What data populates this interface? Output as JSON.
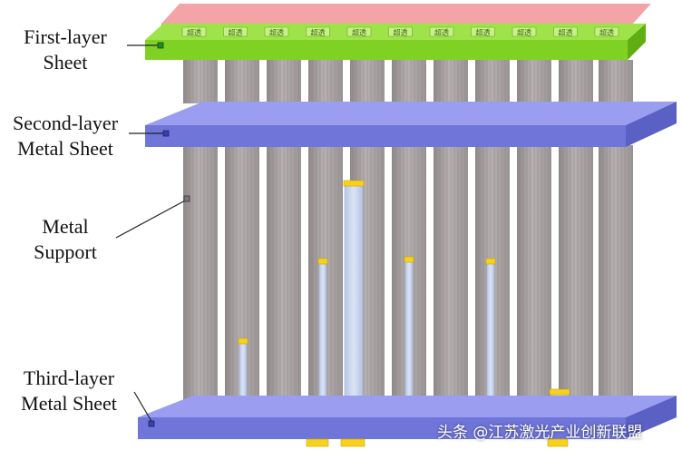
{
  "labels": {
    "first_layer": [
      "First-layer",
      "Sheet"
    ],
    "second_layer": [
      "Second-layer",
      "Metal Sheet"
    ],
    "metal_support": [
      "Metal",
      "Support"
    ],
    "third_layer": [
      "Third-layer",
      "Metal Sheet"
    ]
  },
  "chip_text": "超透",
  "watermark": "头条 @江苏激光产业创新联盟",
  "colors": {
    "pink_layer": "#f08a8f",
    "green_sheet": "#7ed321",
    "metal_sheet": "#7b7fe0",
    "metal_support": "#a9a3a3",
    "capillary": "#c9d6ee",
    "solder": "#f7d21c"
  }
}
